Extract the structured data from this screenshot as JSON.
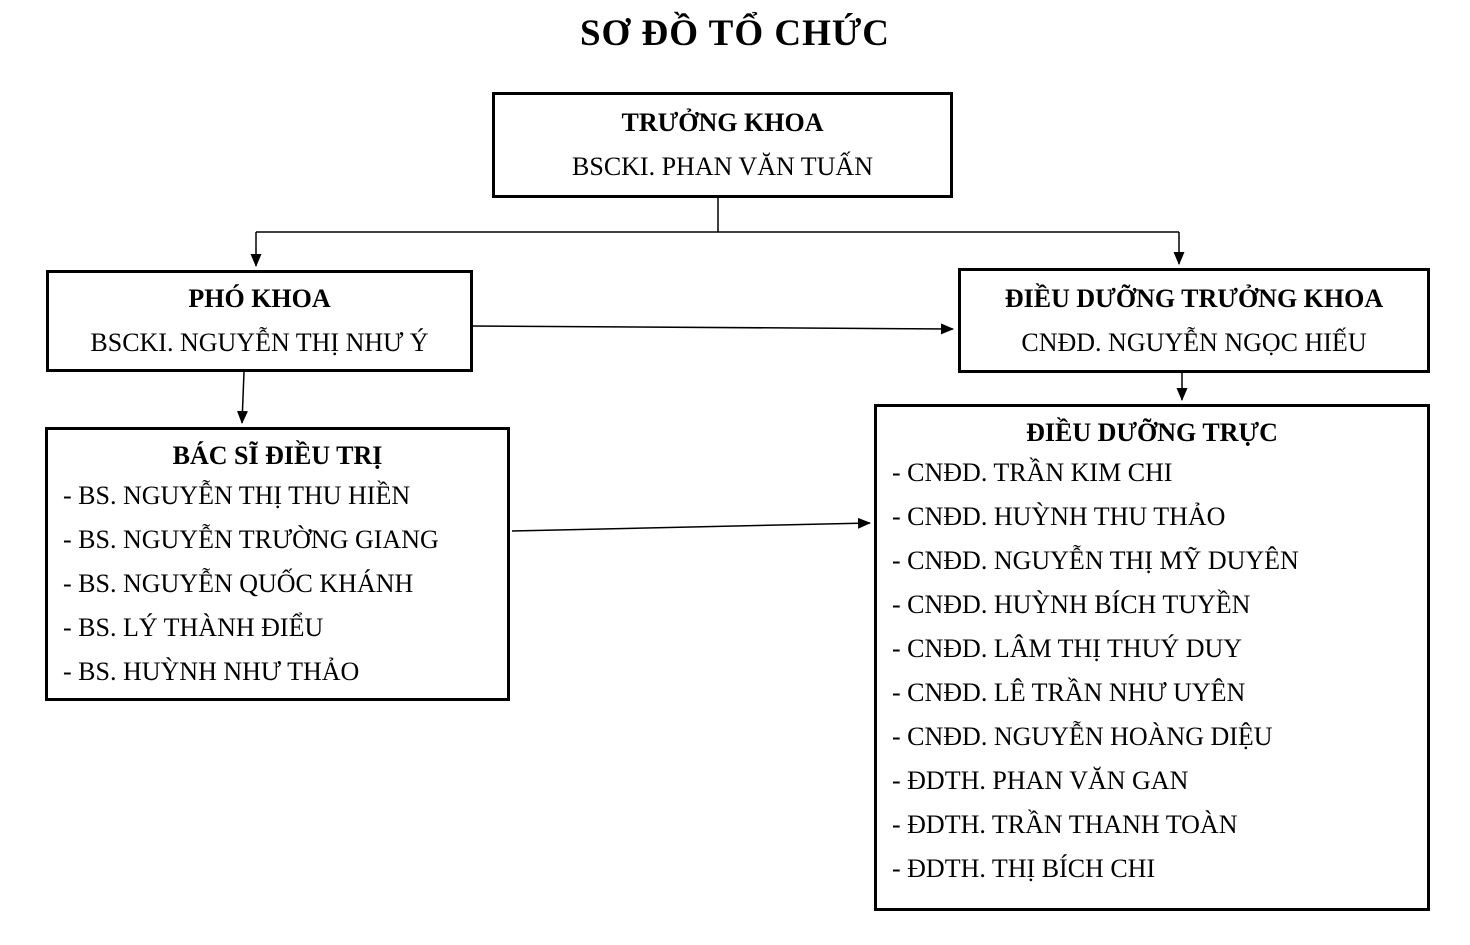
{
  "title": "SƠ ĐỒ TỔ CHỨC",
  "colors": {
    "background": "#ffffff",
    "text": "#000000",
    "border": "#000000",
    "connector": "#000000"
  },
  "nodes": {
    "truong_khoa": {
      "role": "TRƯỞNG KHOA",
      "name": "BSCKI. PHAN VĂN TUẤN"
    },
    "pho_khoa": {
      "role": "PHÓ KHOA",
      "name": "BSCKI. NGUYỄN THỊ NHƯ Ý"
    },
    "dieu_duong_truong_khoa": {
      "role": "ĐIỀU DƯỠNG TRƯỞNG KHOA",
      "name": "CNĐD. NGUYỄN NGỌC HIẾU"
    },
    "bac_si_dieu_tri": {
      "role": "BÁC SĨ ĐIỀU TRỊ",
      "members": [
        "- BS. NGUYỄN THỊ THU HIỀN",
        "- BS. NGUYỄN TRƯỜNG GIANG",
        "- BS. NGUYỄN QUỐC KHÁNH",
        "- BS. LÝ THÀNH ĐIỂU",
        "- BS. HUỲNH NHƯ THẢO"
      ]
    },
    "dieu_duong_truc": {
      "role": "ĐIỀU DƯỠNG TRỰC",
      "members": [
        "- CNĐD. TRẦN KIM CHI",
        "- CNĐD. HUỲNH THU THẢO",
        "- CNĐD. NGUYỄN THỊ MỸ DUYÊN",
        "- CNĐD. HUỲNH BÍCH TUYỀN",
        "- CNĐD. LÂM THỊ THUÝ DUY",
        "- CNĐD. LÊ TRẦN NHƯ UYÊN",
        "- CNĐD. NGUYỄN HOÀNG DIỆU",
        "- ĐDTH. PHAN VĂN GAN",
        "- ĐDTH. TRẦN THANH TOÀN",
        "- ĐDTH. THỊ BÍCH CHI"
      ]
    }
  }
}
